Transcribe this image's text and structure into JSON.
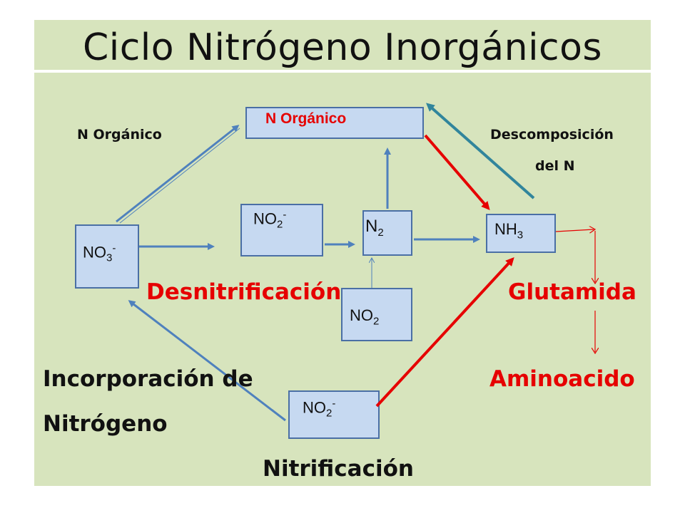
{
  "title": "Ciclo Nitrógeno Inorgánicos",
  "nodes": {
    "n_organico": "N Orgánico",
    "no3": {
      "base": "NO",
      "sub": "3",
      "sup": "-"
    },
    "no2_top": {
      "base": "NO",
      "sub": "2",
      "sup": "-"
    },
    "n2": {
      "base": "N",
      "sub": "2"
    },
    "nh3": {
      "base": "NH",
      "sub": "3"
    },
    "no2_mid": {
      "base": "NO",
      "sub": "2"
    },
    "no2_bottom": {
      "base": "NO",
      "sub": "2",
      "sup": "-"
    }
  },
  "labels": {
    "n_organico_side": "N Orgánico",
    "descomposicion_1": "Descomposición",
    "descomposicion_2": "del N",
    "desnitrificacion": "Desnitrificación",
    "glutamida": "Glutamida",
    "incorporacion_1": "Incorporación de",
    "incorporacion_2": "Nitrógeno",
    "aminoacido": "Aminoacido",
    "nitrificacion": "Nitrificación"
  },
  "colors": {
    "background": "#d7e4bd",
    "box_fill": "#c6d9f1",
    "box_border": "#4a6fa5",
    "blue_arrow": "#4f81bd",
    "red_arrow": "#e60000"
  }
}
